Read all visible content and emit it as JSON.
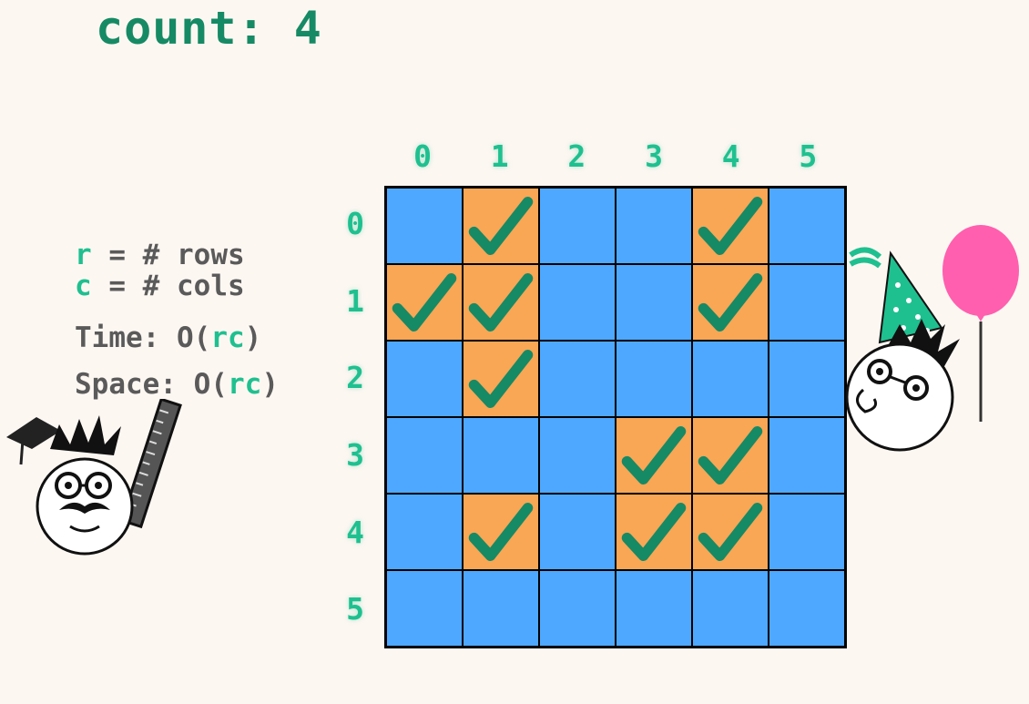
{
  "header": {
    "count_label": "count:",
    "count_value": "4"
  },
  "grid": {
    "columns": [
      "0",
      "1",
      "2",
      "3",
      "4",
      "5"
    ],
    "rows": [
      "0",
      "1",
      "2",
      "3",
      "4",
      "5"
    ],
    "cells": [
      [
        0,
        1,
        0,
        0,
        1,
        0
      ],
      [
        1,
        1,
        0,
        0,
        1,
        0
      ],
      [
        0,
        1,
        0,
        0,
        0,
        0
      ],
      [
        0,
        0,
        0,
        1,
        1,
        0
      ],
      [
        0,
        1,
        0,
        1,
        1,
        0
      ],
      [
        0,
        0,
        0,
        0,
        0,
        0
      ]
    ],
    "colors": {
      "unvisited": "#4ea8ff",
      "visited": "#f9a655",
      "check": "#168a64"
    }
  },
  "legend": {
    "r_var": "r",
    "r_text": " = # rows",
    "c_var": "c",
    "c_text": " = # cols",
    "time_prefix": "Time: O(",
    "time_var": "rc",
    "time_suffix": ")",
    "space_prefix": "Space: O(",
    "space_var": "rc",
    "space_suffix": ")"
  },
  "icons": [
    "graduate-mascot-icon",
    "party-mascot-icon",
    "balloon-icon"
  ]
}
